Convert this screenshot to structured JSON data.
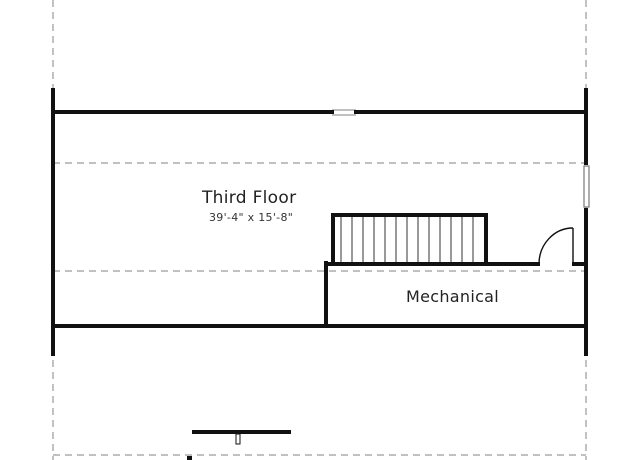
{
  "rooms": {
    "third_floor": {
      "name": "Third Floor",
      "dimensions": "39'-4\" x 15'-8\""
    },
    "mechanical": {
      "name": "Mechanical"
    }
  },
  "colors": {
    "wall": "#111111",
    "dashed_line": "#999999",
    "background": "#ffffff"
  }
}
